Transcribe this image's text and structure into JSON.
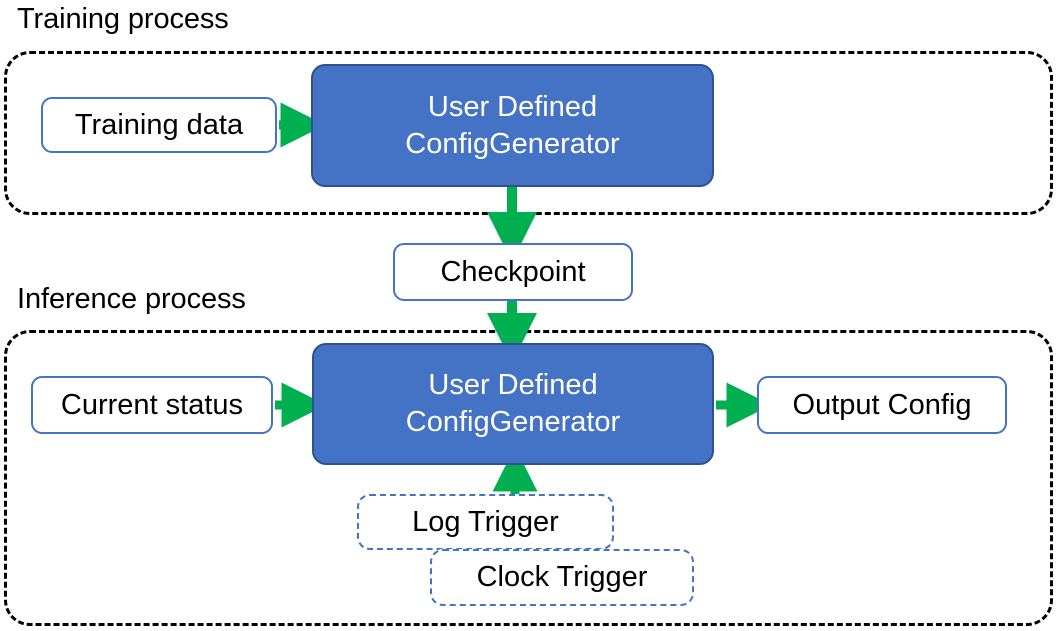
{
  "diagram": {
    "title_sections": {
      "training": "Training process",
      "inference": "Inference process"
    },
    "colors": {
      "accent_blue": "#4472C4",
      "blue_border_dark": "#2F528F",
      "arrow_green": "#00B050",
      "container_dash": "#000000",
      "box_text": "#000000",
      "blue_box_text": "#FFFFFF",
      "background": "#FFFFFF"
    },
    "nodes": {
      "training_data": {
        "label": "Training data",
        "style": "white-rounded"
      },
      "train_generator": {
        "line1": "User Defined",
        "line2": "ConfigGenerator",
        "style": "blue-filled"
      },
      "checkpoint": {
        "label": "Checkpoint",
        "style": "white-rounded"
      },
      "current_status": {
        "label": "Current status",
        "style": "white-rounded"
      },
      "infer_generator": {
        "line1": "User Defined",
        "line2": "ConfigGenerator",
        "style": "blue-filled"
      },
      "output_config": {
        "label": "Output Config",
        "style": "white-rounded"
      },
      "log_trigger": {
        "label": "Log Trigger",
        "style": "white-dashed"
      },
      "clock_trigger": {
        "label": "Clock Trigger",
        "style": "white-dashed"
      }
    },
    "edges": [
      {
        "from": "training_data",
        "to": "train_generator",
        "direction": "right",
        "color": "#00B050"
      },
      {
        "from": "train_generator",
        "to": "checkpoint",
        "direction": "down",
        "color": "#00B050"
      },
      {
        "from": "checkpoint",
        "to": "infer_generator",
        "direction": "down",
        "color": "#00B050"
      },
      {
        "from": "current_status",
        "to": "infer_generator",
        "direction": "right",
        "color": "#00B050"
      },
      {
        "from": "infer_generator",
        "to": "output_config",
        "direction": "right",
        "color": "#00B050"
      },
      {
        "from": "log_trigger",
        "to": "infer_generator",
        "direction": "up",
        "color": "#00B050"
      }
    ]
  }
}
